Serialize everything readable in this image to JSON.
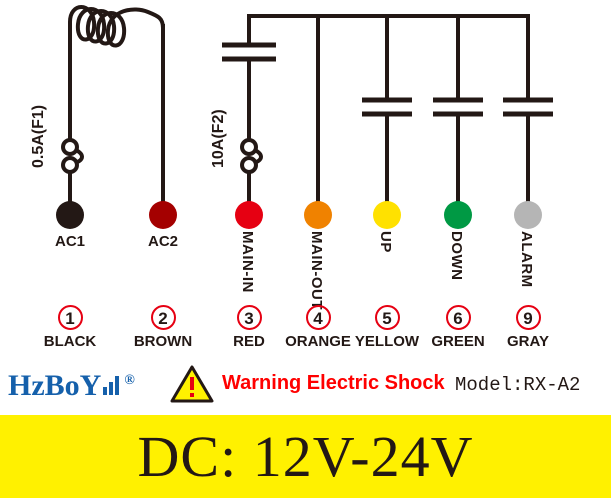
{
  "diagram": {
    "fuses": [
      {
        "id": "f1",
        "label": "0.5A(F1)"
      },
      {
        "id": "f2",
        "label": "10A(F2)"
      }
    ],
    "terminals": [
      {
        "pin": "1",
        "name": "AC1",
        "wire_color_name": "BLACK",
        "dot_color": "#231815",
        "orientation": "horizontal"
      },
      {
        "pin": "2",
        "name": "AC2",
        "wire_color_name": "BROWN",
        "dot_color": "#a40000",
        "orientation": "horizontal"
      },
      {
        "pin": "3",
        "name": "MAIN-IN",
        "wire_color_name": "RED",
        "dot_color": "#e60012",
        "orientation": "vertical"
      },
      {
        "pin": "4",
        "name": "MAIN-OUT",
        "wire_color_name": "ORANGE",
        "dot_color": "#f08200",
        "orientation": "vertical"
      },
      {
        "pin": "5",
        "name": "UP",
        "wire_color_name": "YELLOW",
        "dot_color": "#ffe100",
        "orientation": "vertical"
      },
      {
        "pin": "6",
        "name": "DOWN",
        "wire_color_name": "GREEN",
        "dot_color": "#009944",
        "orientation": "vertical"
      },
      {
        "pin": "9",
        "name": "ALARM",
        "wire_color_name": "GRAY",
        "dot_color": "#b5b5b5",
        "orientation": "vertical"
      }
    ],
    "wire_color": "#231815"
  },
  "footer": {
    "brand_main": "HzBoY",
    "brand_registered": "®",
    "warning_text": "Warning Electric Shock",
    "model_text": "Model:RX-A2",
    "warning_color": "#ff0000",
    "brand_color": "#1560ab"
  },
  "banner": {
    "text": "DC: 12V-24V",
    "background": "#fff100"
  }
}
